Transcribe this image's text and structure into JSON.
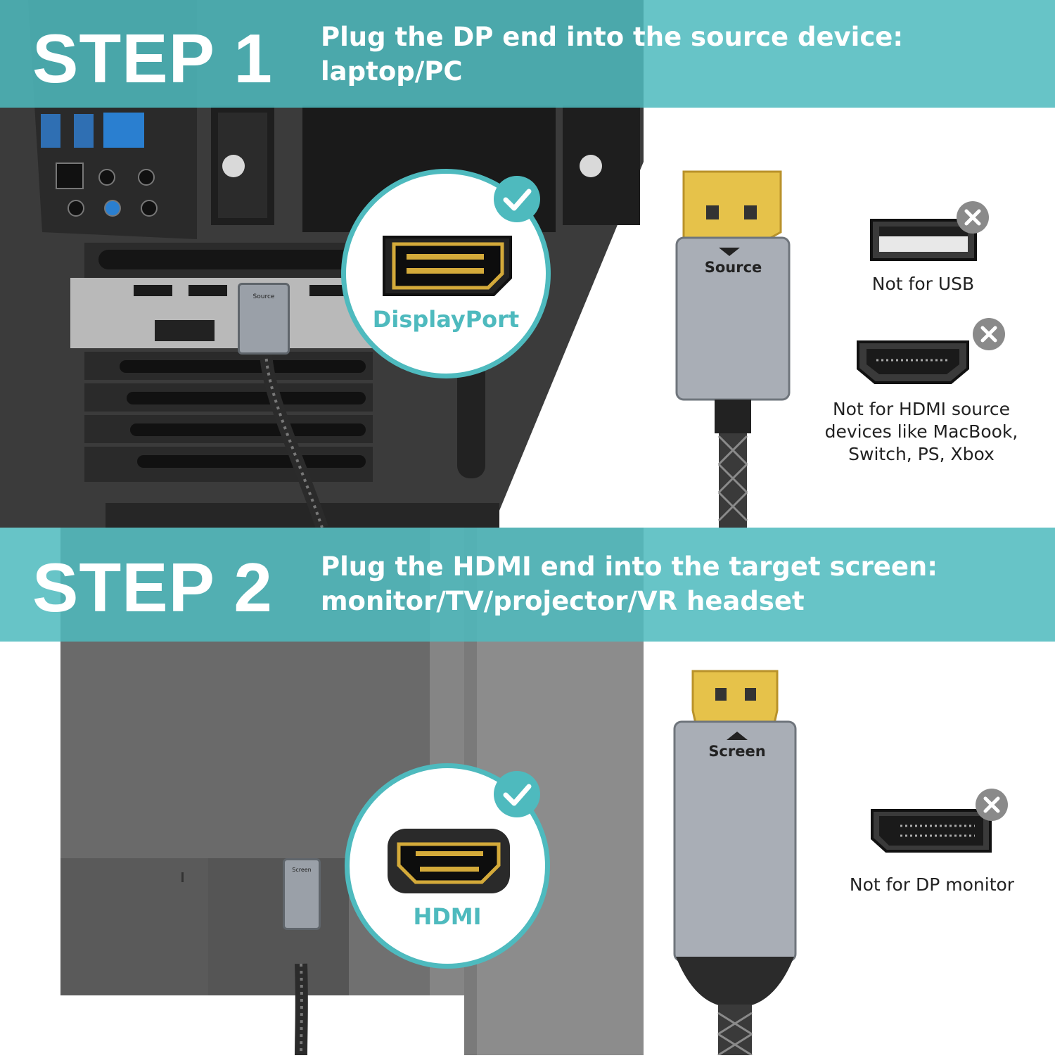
{
  "colors": {
    "accent": "#4ebabe",
    "banner": "#4ebabe",
    "text_dark": "#222222",
    "case_dark": "#3a3a3a",
    "gold": "#e6c24a"
  },
  "step1": {
    "title": "STEP 1",
    "line1": "Plug the DP end into the source device:",
    "line2": "laptop/PC"
  },
  "step2": {
    "title": "STEP 2",
    "line1": "Plug the HDMI end into the target screen:",
    "line2": "monitor/TV/projector/VR headset"
  },
  "callouts": {
    "displayport": {
      "label": "DisplayPort",
      "icon": "check-icon"
    },
    "hdmi": {
      "label": "HDMI",
      "icon": "check-icon"
    }
  },
  "connectors": {
    "dp_plug": {
      "label": "Source"
    },
    "hdmi_plug": {
      "label": "Screen"
    },
    "small_dp_label": "Source",
    "small_hdmi_label": "Screen"
  },
  "notes": {
    "usb": "Not for USB",
    "hdmi_line1": "Not for HDMI source",
    "hdmi_line2": "devices like MacBook,",
    "hdmi_line3": "Switch, PS, Xbox",
    "dp_monitor": "Not for DP monitor"
  },
  "icons": {
    "not_allowed": "close-icon",
    "allowed": "check-icon"
  }
}
